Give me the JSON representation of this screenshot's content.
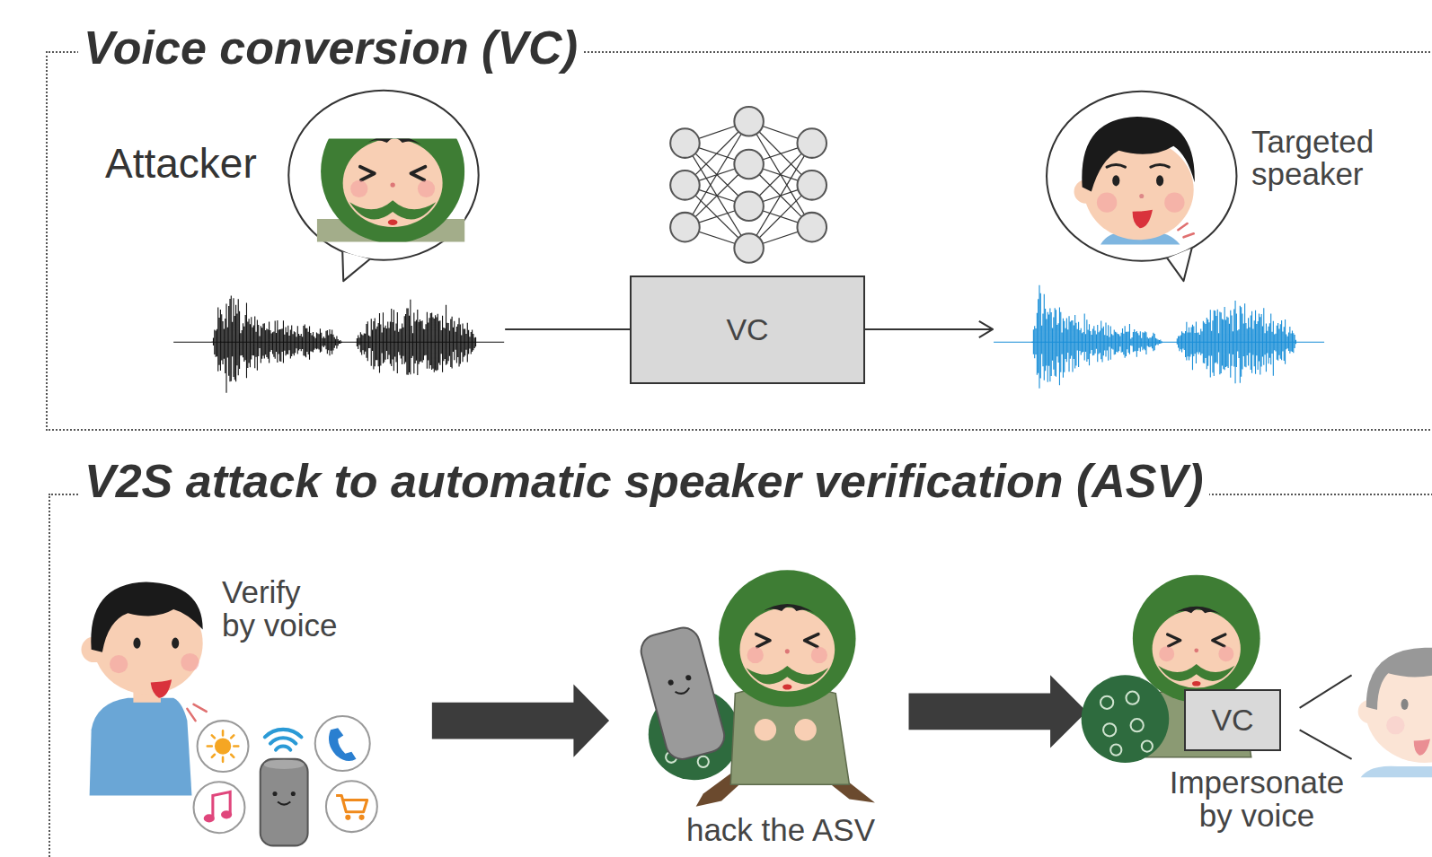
{
  "diagram": {
    "nodes": [
      {
        "text": [
          "Voice conversion (VC)"
        ]
      },
      {
        "text": [
          "VC"
        ],
        "in": 0
      },
      {
        "text": [
          "V2S attack to automatic speaker verification (ASV)"
        ]
      },
      {
        "text": [
          "VC"
        ],
        "in": 2
      }
    ],
    "labels": [
      "Attacker",
      "Targeted speaker",
      "Verify by voice",
      "hack the ASV",
      "Impersonate by voice"
    ]
  }
}
